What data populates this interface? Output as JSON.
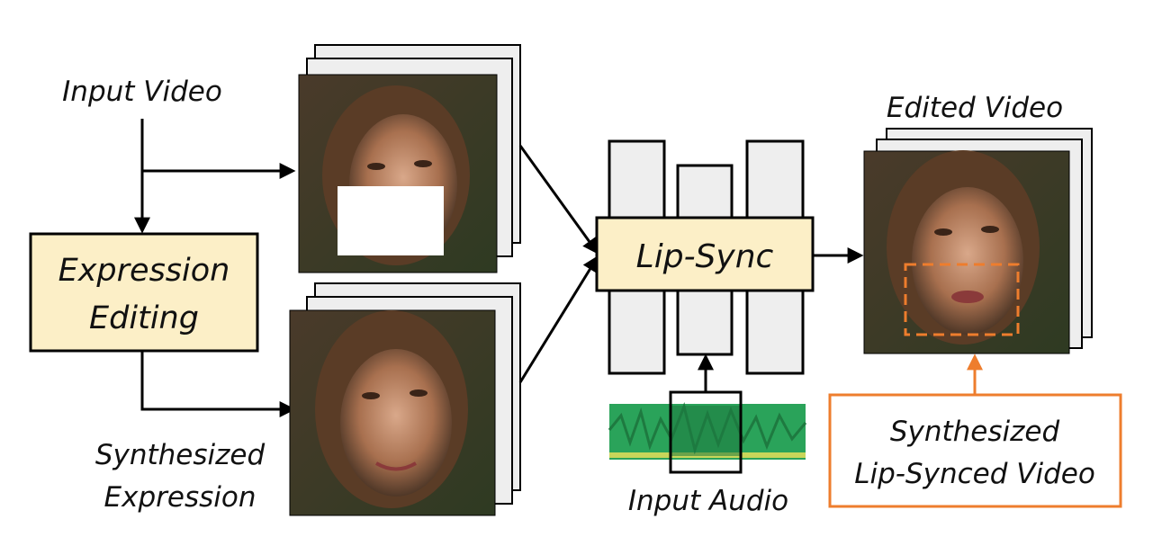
{
  "labels": {
    "input_video": "Input Video",
    "expression_editing_line1": "Expression",
    "expression_editing_line2": "Editing",
    "synthesized_expression_line1": "Synthesized",
    "synthesized_expression_line2": "Expression",
    "lip_sync": "Lip-Sync",
    "input_audio": "Input Audio",
    "edited_video": "Edited Video",
    "synthesized_lipsynced_line1": "Synthesized",
    "synthesized_lipsynced_line2": "Lip-Synced Video"
  },
  "colors": {
    "box_fill": "#fcefc7",
    "frame_fill": "#eeeeee",
    "accent_orange": "#ee7d2d",
    "audio_green": "#2aa35a",
    "audio_dark": "#1e7a40",
    "audio_edge": "#c9d65a"
  }
}
